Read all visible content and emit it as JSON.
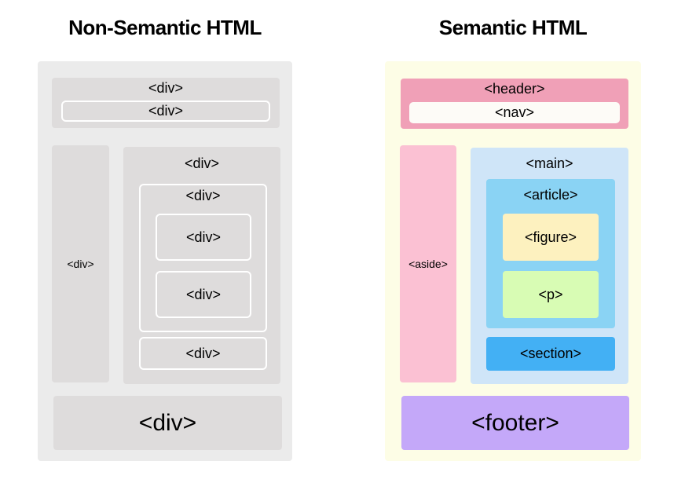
{
  "titles": {
    "left": "Non-Semantic HTML",
    "right": "Semantic HTML"
  },
  "non_semantic": {
    "header_outer": "<div>",
    "header_inner": "<div>",
    "sidebar": "<div>",
    "main_outer": "<div>",
    "article_outer": "<div>",
    "figure": "<div>",
    "paragraph": "<div>",
    "section": "<div>",
    "footer": "<div>"
  },
  "semantic": {
    "header": "<header>",
    "nav": "<nav>",
    "aside": "<aside>",
    "main": "<main>",
    "article": "<article>",
    "figure": "<figure>",
    "paragraph": "<p>",
    "section": "<section>",
    "footer": "<footer>"
  },
  "colors": {
    "left_panel": "#ebebeb",
    "left_box": "#dedcdc",
    "right_panel": "#fdfde6",
    "header": "#f0a0b7",
    "nav": "#fdfbf7",
    "aside": "#fbc1d3",
    "main": "#cfe5f8",
    "article": "#8ad3f4",
    "figure": "#fdf1bf",
    "paragraph": "#d8fcb4",
    "section": "#43b0f4",
    "footer": "#c4a8f9"
  }
}
